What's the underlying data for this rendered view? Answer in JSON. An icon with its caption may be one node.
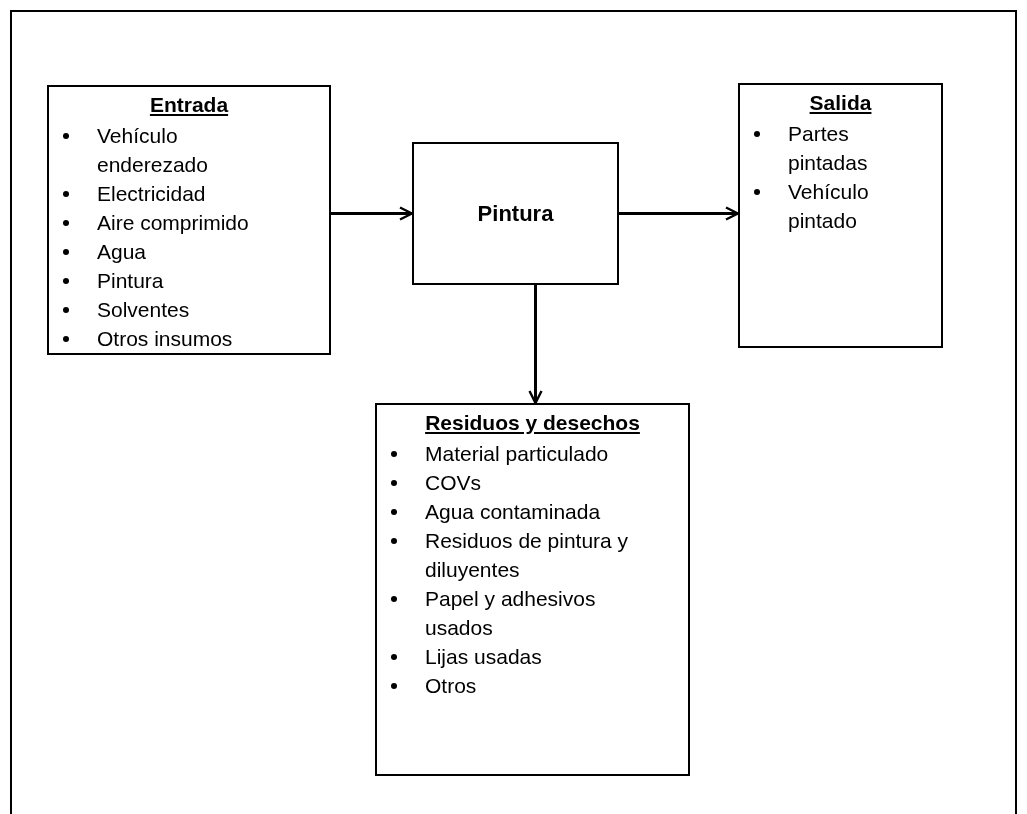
{
  "diagram": {
    "nodes": [
      {
        "text": [
          "Entrada",
          "Vehículo enderezado",
          "Electricidad",
          "Aire comprimido",
          "Agua",
          "Pintura",
          "Solventes",
          "Otros insumos"
        ]
      },
      {
        "text": [
          "Pintura"
        ]
      },
      {
        "text": [
          "Salida",
          "Partes pintadas",
          "Vehículo pintado"
        ]
      },
      {
        "text": [
          "Residuos y desechos",
          "Material particulado",
          "COVs",
          "Agua contaminada",
          "Residuos de pintura y diluyentes",
          "Papel y adhesivos usados",
          "Lijas usadas",
          "Otros"
        ]
      }
    ],
    "edges": [
      {
        "from": 0,
        "to": 1,
        "arrow": "to"
      },
      {
        "from": 1,
        "to": 2,
        "arrow": "to"
      },
      {
        "from": 1,
        "to": 3,
        "arrow": "to"
      }
    ]
  }
}
